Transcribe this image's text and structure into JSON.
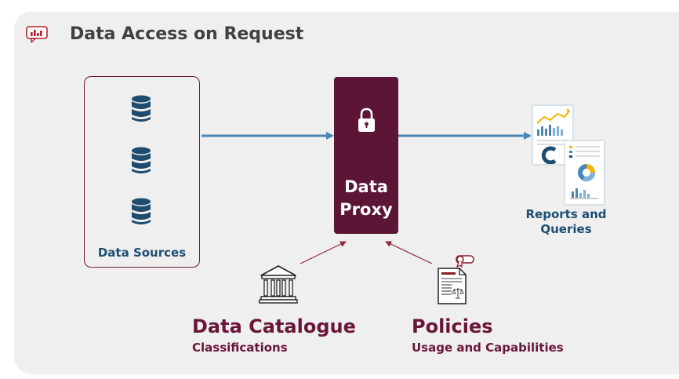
{
  "title": "Data Access on Request",
  "sources": {
    "label": "Data Sources"
  },
  "proxy": {
    "line1": "Data",
    "line2": "Proxy"
  },
  "reports": {
    "line1": "Reports and",
    "line2": "Queries"
  },
  "catalogue": {
    "title": "Data Catalogue",
    "subtitle": "Classifications"
  },
  "policies": {
    "title": "Policies",
    "subtitle": "Usage and Capabilities"
  },
  "icons": {
    "title": "chart-speech-bubble-icon",
    "database": "database-icon",
    "lock": "lock-icon",
    "catalogue": "library-building-icon",
    "policies": "certificate-document-icon",
    "reports": "report-charts-icon"
  },
  "colors": {
    "accent": "#5c1535",
    "label_blue": "#1d4f73",
    "arrow_blue": "#4a86b5",
    "maroon_text": "#6a1638",
    "panel": "#efefef"
  }
}
